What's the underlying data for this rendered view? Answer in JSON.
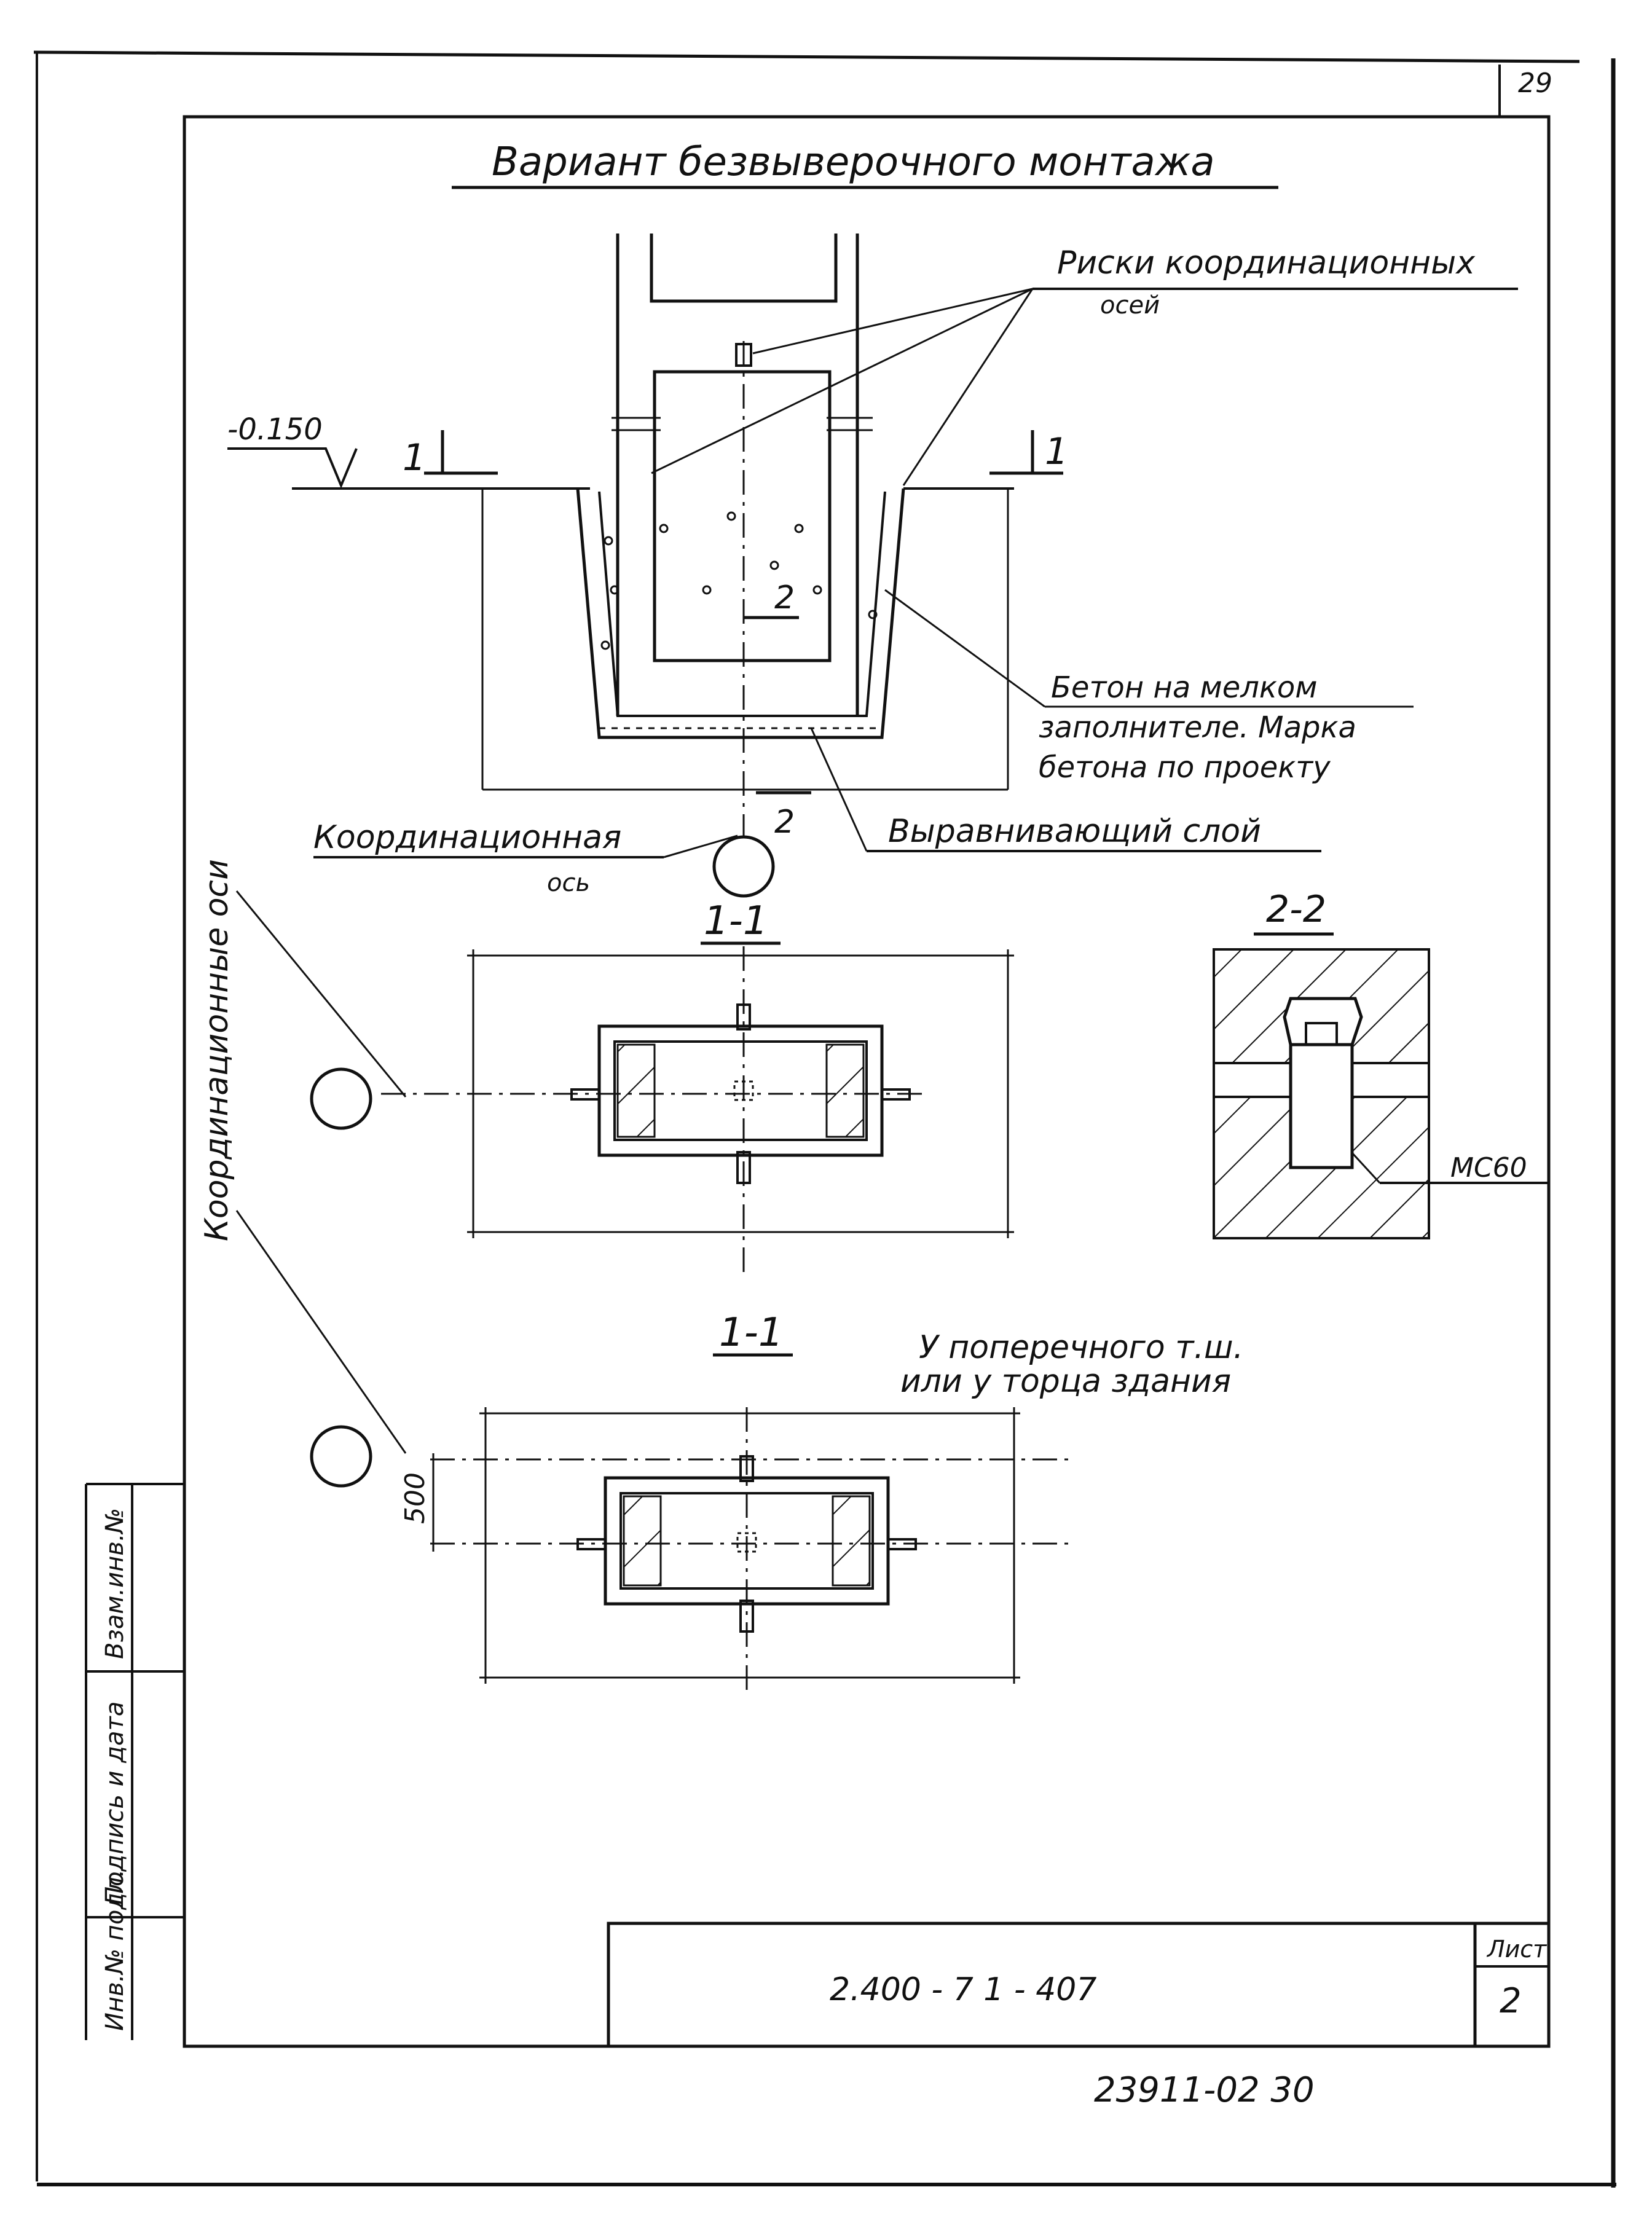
{
  "sheet_corner_number": "29",
  "title": "Вариант безвыверочного монтажа",
  "labels": {
    "coord_marks_1": "Риски координационных",
    "coord_marks_2": "осей",
    "level": "-0.150",
    "section_1_left": "1",
    "section_1_right": "1",
    "section_2_top": "2",
    "section_2_bottom": "2",
    "concrete_1": "Бетон на мелком",
    "concrete_2": "заполнителе. Марка",
    "concrete_3": "бетона по проекту",
    "leveling_layer": "Выравнивающий слой",
    "coord_axis_1": "Координационная",
    "coord_axis_2": "ось",
    "coord_axes_vertical": "Координационные оси",
    "section_1_1_a": "1-1",
    "section_2_2": "2-2",
    "mc60": "МС60",
    "section_1_1_b": "1-1",
    "note_1": "У поперечного т.ш.",
    "note_2": "или у торца здания",
    "dim_500": "500"
  },
  "side_stamp": {
    "inv_podl": "Инв.№ подл.",
    "podpis_data": "Подпись и дата",
    "vzam_inv": "Взам.инв.№"
  },
  "title_block": {
    "code": "2.400 - 7 1 - 407",
    "sheet_label": "Лист",
    "sheet_number": "2"
  },
  "bottom_number": "23911-02  30"
}
